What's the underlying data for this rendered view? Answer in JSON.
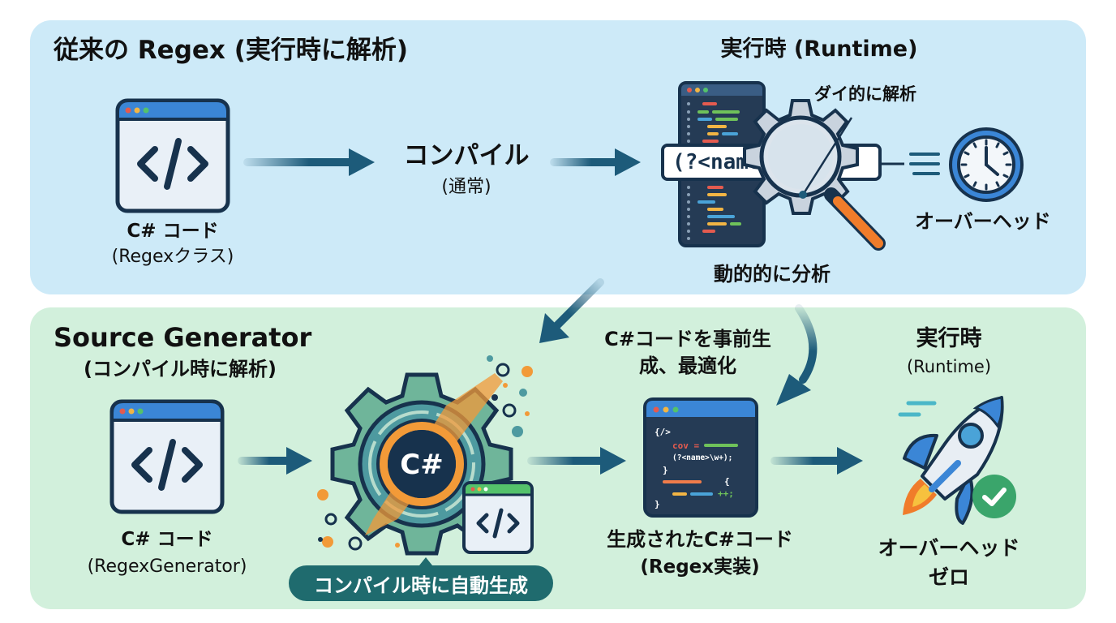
{
  "top_section": {
    "title": "従来の Regex (実行時に解析)",
    "source": {
      "label": "C# コード",
      "sublabel": "(Regexクラス)",
      "icon": "code-window-icon"
    },
    "compile": {
      "label": "コンパイル",
      "sublabel": "(通常)"
    },
    "runtime": {
      "title": "実行時 (Runtime)",
      "callout": "ダイ的に解析",
      "regex_pattern": "(?<name>\\w+)",
      "caption": "動的的に分析",
      "icons": [
        "code-editor-icon",
        "gear-magnifier-icon"
      ]
    },
    "overhead": {
      "label": "オーバーヘッド",
      "icon": "clock-icon"
    }
  },
  "bottom_section": {
    "title": "Source Generator",
    "subtitle": "(コンパイル時に解析)",
    "source": {
      "label": "C# コード",
      "sublabel": "(RegexGenerator)",
      "icon": "code-window-icon"
    },
    "generator": {
      "badge": "コンパイル時に自動生成",
      "gear_text": "C#",
      "icon": "csharp-gear-icon"
    },
    "pre_generate_note": {
      "line1": "C#コードを事前生",
      "line2": "成、最適化"
    },
    "generated": {
      "label": "生成されたC#コード",
      "sublabel": "(Regex実装)",
      "code_lines": [
        "{/>",
        "cov =",
        "(?<name>\\w+);",
        "}",
        "{",
        "++;",
        "}"
      ]
    },
    "runtime": {
      "title": "実行時",
      "subtitle": "(Runtime)",
      "icon": "rocket-icon"
    },
    "result": {
      "line1": "オーバーヘッド",
      "line2": "ゼロ",
      "icon": "check-icon"
    }
  },
  "colors": {
    "top_bg": "#cdeaf8",
    "bottom_bg": "#d2f0dc",
    "arrow": "#1d5b7a",
    "dark_navy": "#17324d",
    "accent_orange": "#f29a38",
    "accent_green": "#3aa56b",
    "badge_teal": "#1f6b6e"
  }
}
